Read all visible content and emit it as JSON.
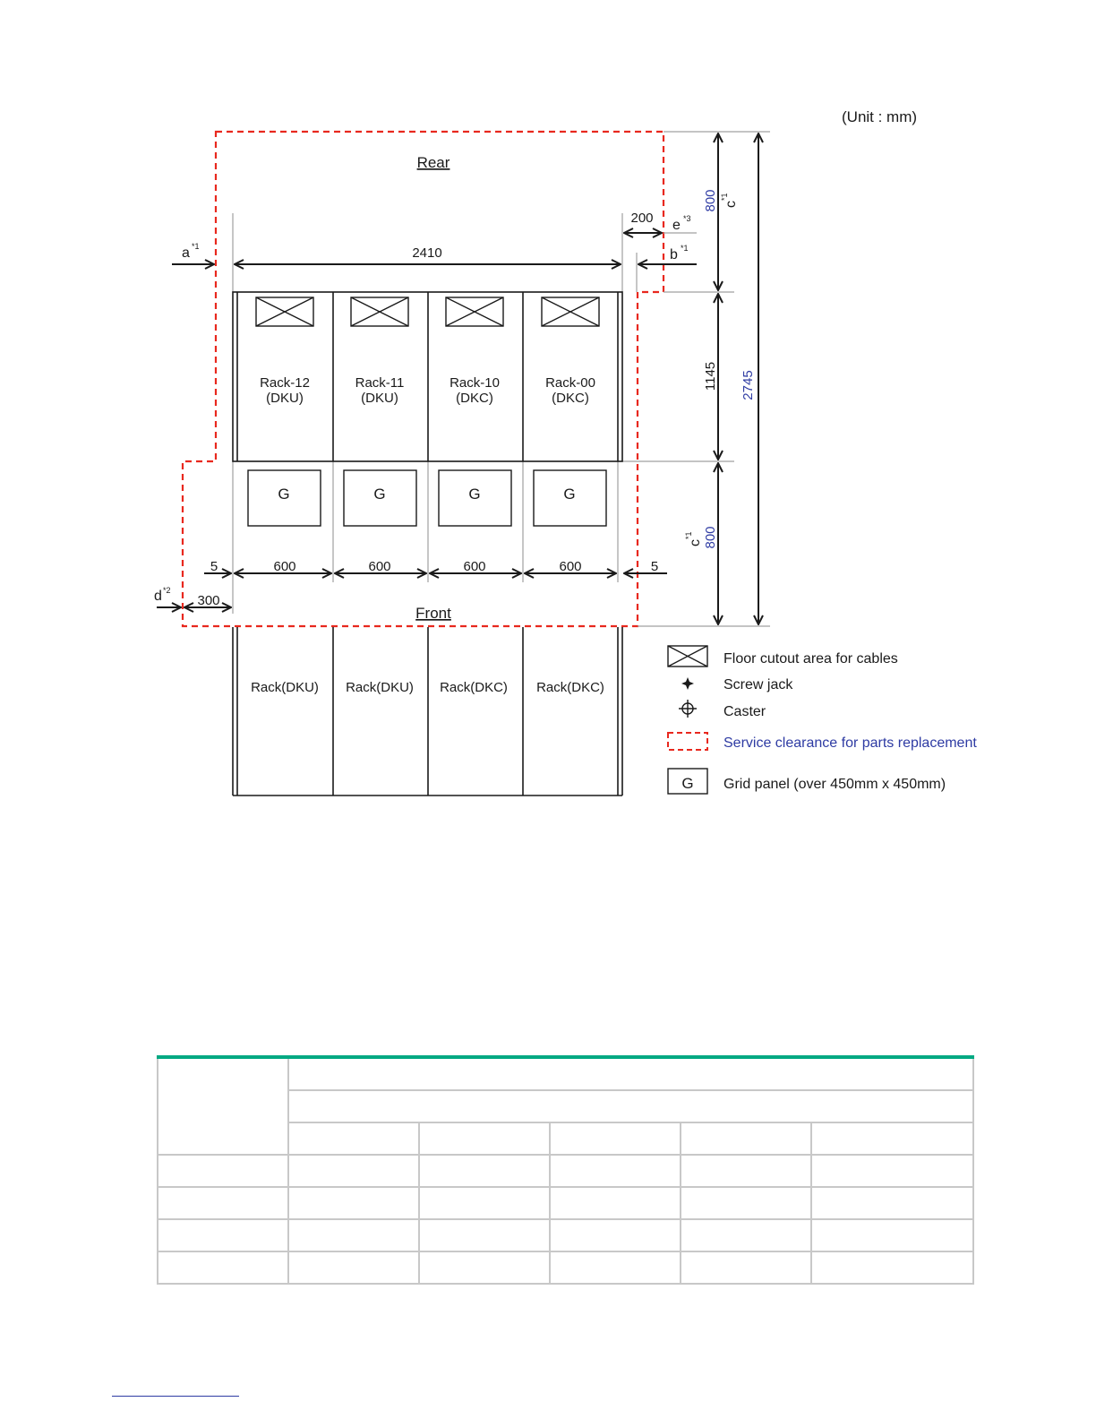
{
  "unit_label": "(Unit : mm)",
  "areas": {
    "rear": "Rear",
    "front": "Front"
  },
  "racks_top": [
    {
      "name": "Rack-12",
      "type": "(DKU)"
    },
    {
      "name": "Rack-11",
      "type": "(DKU)"
    },
    {
      "name": "Rack-10",
      "type": "(DKC)"
    },
    {
      "name": "Rack-00",
      "type": "(DKC)"
    }
  ],
  "racks_bottom": [
    "Rack(DKU)",
    "Rack(DKU)",
    "Rack(DKC)",
    "Rack(DKC)"
  ],
  "grid_label": "G",
  "dimensions": {
    "total_width": "2410",
    "rack_widths": [
      "600",
      "600",
      "600",
      "600"
    ],
    "side_left": "5",
    "side_right": "5",
    "side_gap": "200",
    "left_offset": "300",
    "rear_depth": "800",
    "rack_depth": "1145",
    "front_depth": "800",
    "total_depth": "2745"
  },
  "markers": {
    "a": "a",
    "a_sup": "*1",
    "b": "b",
    "b_sup": "*1",
    "c_top": "c",
    "c_top_sup": "*1",
    "c_bottom": "c",
    "c_bottom_sup": "*1",
    "d": "d",
    "d_sup": "*2",
    "e": "e",
    "e_sup": "*3"
  },
  "legend": [
    {
      "icon": "floor-cutout-icon",
      "label": "Floor cutout area for cables"
    },
    {
      "icon": "screw-jack-icon",
      "label": "Screw jack"
    },
    {
      "icon": "caster-icon",
      "label": "Caster"
    },
    {
      "icon": "service-clearance-icon",
      "label": "Service clearance for parts replacement",
      "color": "#2e3ba3"
    },
    {
      "icon": "grid-panel-icon",
      "label": "Grid panel (over 450mm x 450mm)",
      "symbol": "G"
    }
  ],
  "colors": {
    "clearance": "#e8281e",
    "dimension_blue": "#2e3ba3",
    "table_accent": "#00a982",
    "table_border": "#c8c8c8"
  }
}
